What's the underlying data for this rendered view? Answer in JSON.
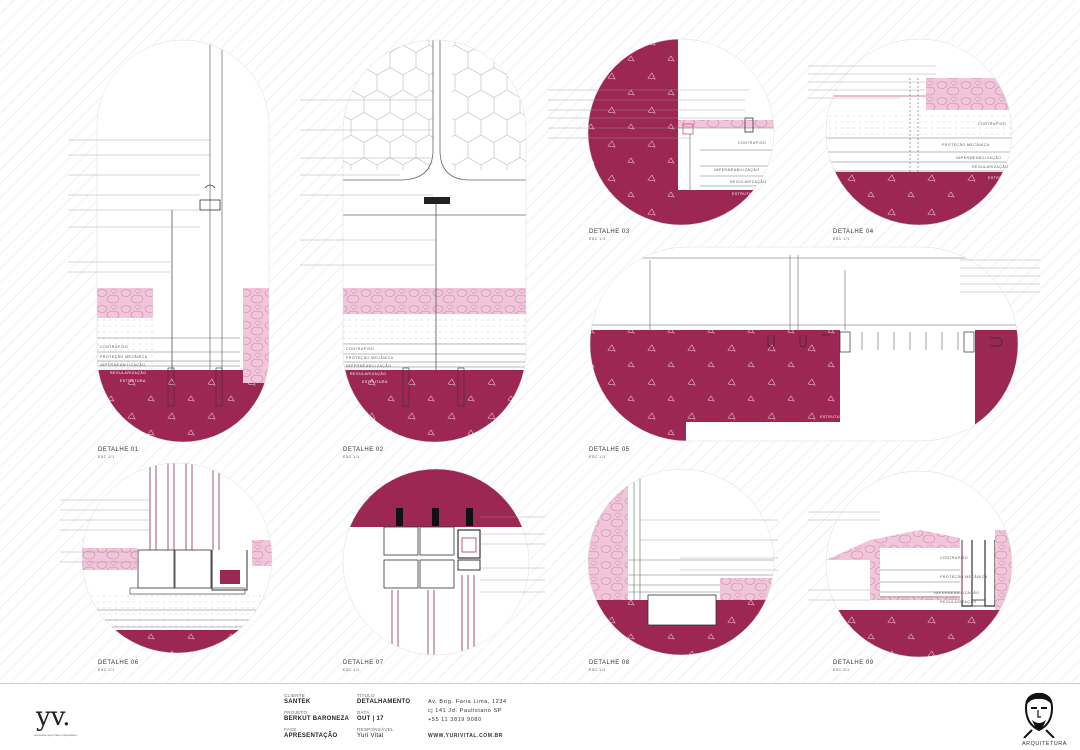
{
  "details": [
    {
      "label": "DETALHE 01",
      "scale": "ESC 1/1"
    },
    {
      "label": "DETALHE 02",
      "scale": "ESC 1/1"
    },
    {
      "label": "DETALHE 03",
      "scale": "ESC 1/1"
    },
    {
      "label": "DETALHE 04",
      "scale": "ESC 1/1"
    },
    {
      "label": "DETALHE 05",
      "scale": "ESC 1/1"
    },
    {
      "label": "DETALHE 06",
      "scale": "ESC 1/1"
    },
    {
      "label": "DETALHE 07",
      "scale": "ESC 1/1"
    },
    {
      "label": "DETALHE 08",
      "scale": "ESC 1/1"
    },
    {
      "label": "DETALHE 09",
      "scale": "ESC 1/1"
    }
  ],
  "layers": {
    "contrapiso": "CONTRAPISO",
    "protecao": "PROTEÇÃO MECÂNICA",
    "impermeabilizacao": "IMPERMEABILIZAÇÃO",
    "regularizacao": "REGULARIZAÇÃO",
    "estrutura": "ESTRUTURA"
  },
  "colors": {
    "magenta": "#9b2752",
    "pink": "#f0bfd6",
    "hatch": "#e6e1e3"
  },
  "titleblock": {
    "cliente_k": "CLIENTE",
    "cliente_v": "SANTEK",
    "projeto_k": "PROJETO",
    "projeto_v": "BERKUT BARONEZA",
    "fase_k": "FASE",
    "fase_v": "APRESENTAÇÃO",
    "titulo_k": "TÍTULO",
    "titulo_v": "DETALHAMENTO",
    "data_k": "DATA",
    "data_v": "OUT | 17",
    "resp_k": "RESPONSÁVEL",
    "resp_v": "Yuri Vital",
    "addr1": "Av. Brig. Faria Lima, 1234",
    "addr2": "cj 141   Jd. Paulistano   SP",
    "phone": "+55 11 3819 9080",
    "web": "WWW.YURIVITAL.COM.BR",
    "logo": "yv.",
    "logo_sub": "conceitos que criam impressões",
    "brand": "ARQUITETURA"
  }
}
